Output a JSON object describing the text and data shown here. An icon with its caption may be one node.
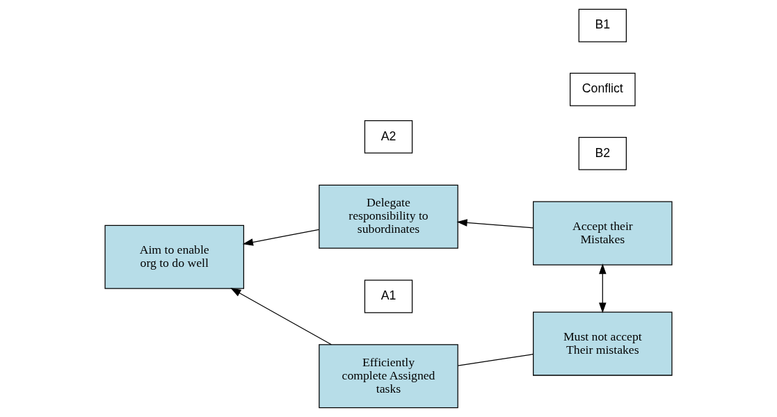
{
  "diagram": {
    "nodes": [
      {
        "text": [
          "A2"
        ]
      },
      {
        "text": [
          "B2"
        ]
      },
      {
        "text": [
          "Delegate responsibility to subordinates"
        ]
      },
      {
        "text": [
          "Accept their Mistakes"
        ]
      },
      {
        "text": [
          "Aim to enable org to do well"
        ]
      },
      {
        "text": [
          "Conflict"
        ]
      },
      {
        "text": [
          "A1"
        ]
      },
      {
        "text": [
          "B1"
        ]
      },
      {
        "text": [
          "Efficiently complete Assigned tasks"
        ]
      },
      {
        "text": [
          "Must not accept Their mistakes"
        ]
      }
    ],
    "edges": [
      {
        "from": 2,
        "to": 4,
        "arrow": "to"
      },
      {
        "from": 8,
        "to": 4,
        "arrow": "to"
      },
      {
        "from": 3,
        "to": 2,
        "arrow": "to"
      },
      {
        "from": 3,
        "to": 9,
        "arrow": "both"
      },
      {
        "from": 8,
        "to": 9,
        "arrow": "none"
      }
    ]
  }
}
